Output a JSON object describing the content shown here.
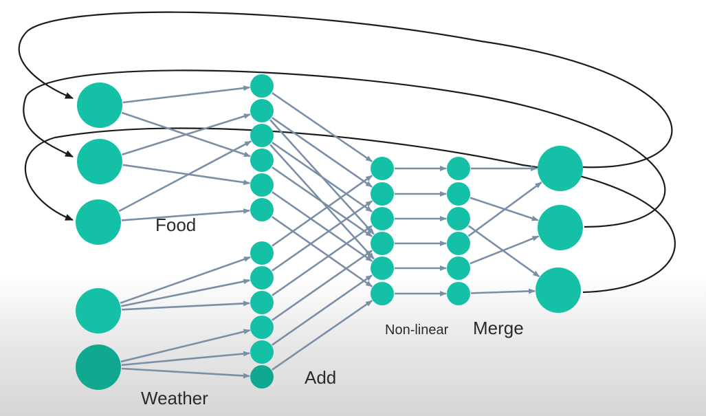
{
  "labels": {
    "food": "Food",
    "weather": "Weather",
    "add": "Add",
    "nonlinear": "Non-linear",
    "merge": "Merge"
  },
  "colors": {
    "node": "#14c1a6",
    "node_dark": "#11a891",
    "arrow": "#7a8ea5",
    "loop": "#1c1c1c",
    "text": "#2a2a2a"
  }
}
